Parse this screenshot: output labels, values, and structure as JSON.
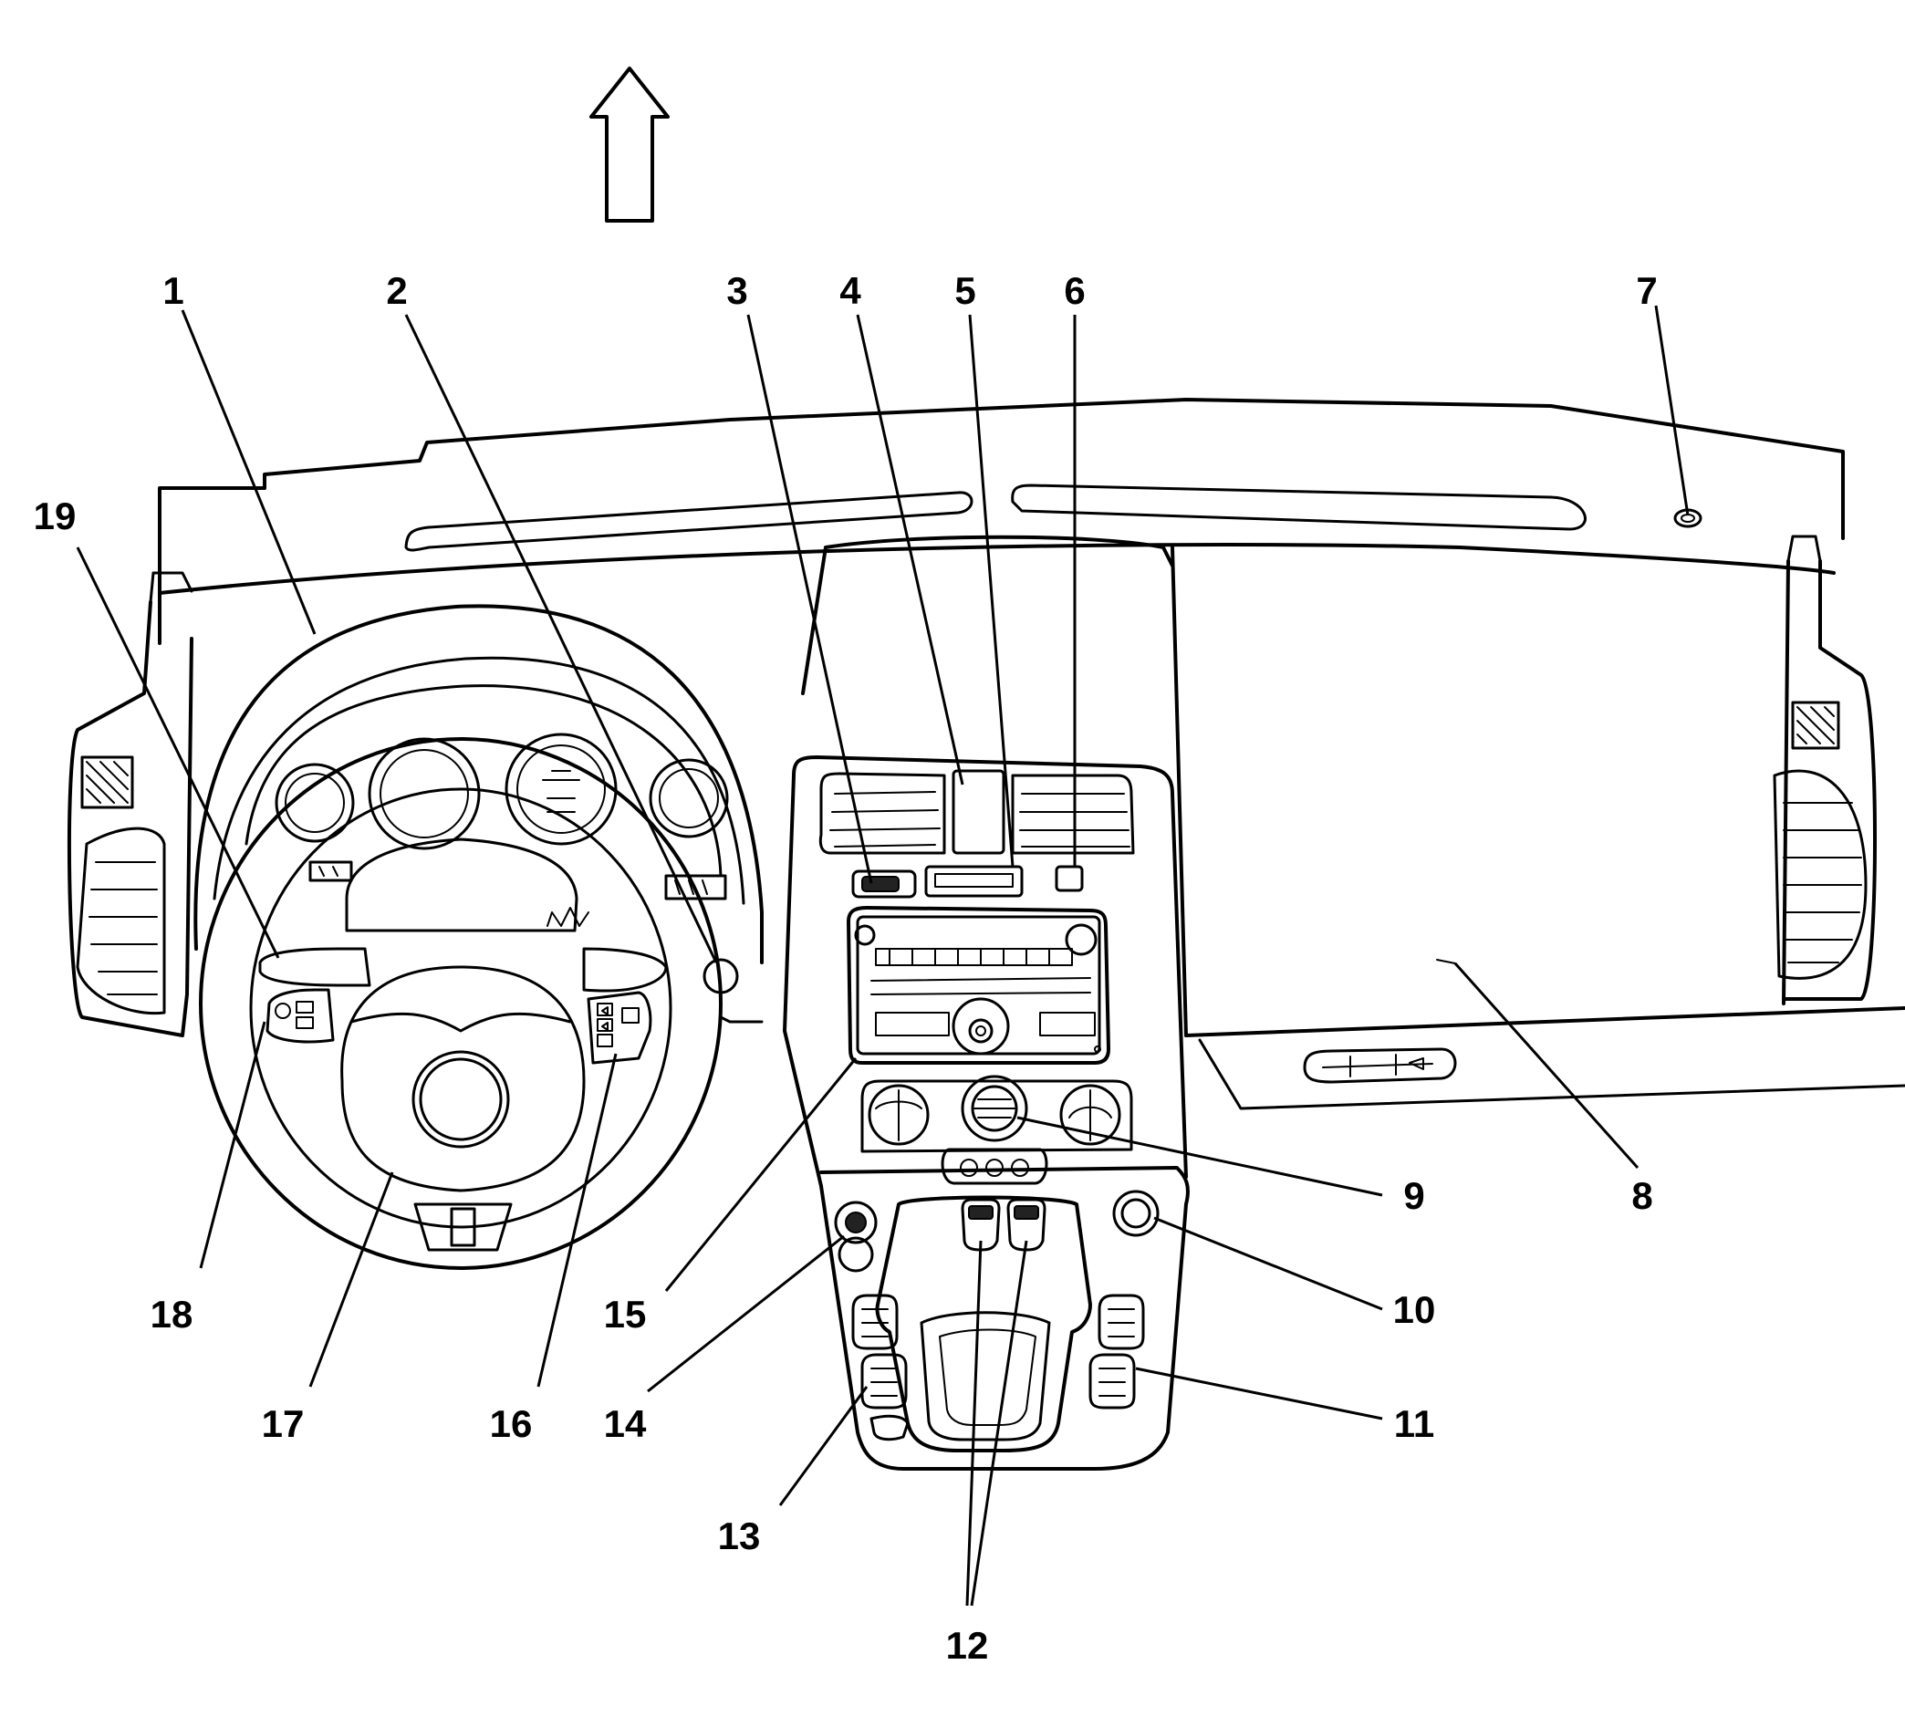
{
  "diagram": {
    "orientation_arrow": "up-arrow-icon",
    "callouts": [
      {
        "id": "c1",
        "label": "1"
      },
      {
        "id": "c2",
        "label": "2"
      },
      {
        "id": "c3",
        "label": "3"
      },
      {
        "id": "c4",
        "label": "4"
      },
      {
        "id": "c5",
        "label": "5"
      },
      {
        "id": "c6",
        "label": "6"
      },
      {
        "id": "c7",
        "label": "7"
      },
      {
        "id": "c8",
        "label": "8"
      },
      {
        "id": "c9",
        "label": "9"
      },
      {
        "id": "c10",
        "label": "10"
      },
      {
        "id": "c11",
        "label": "11"
      },
      {
        "id": "c12",
        "label": "12"
      },
      {
        "id": "c13",
        "label": "13"
      },
      {
        "id": "c14",
        "label": "14"
      },
      {
        "id": "c15",
        "label": "15"
      },
      {
        "id": "c16",
        "label": "16"
      },
      {
        "id": "c17",
        "label": "17"
      },
      {
        "id": "c18",
        "label": "18"
      },
      {
        "id": "c19",
        "label": "19"
      }
    ]
  }
}
